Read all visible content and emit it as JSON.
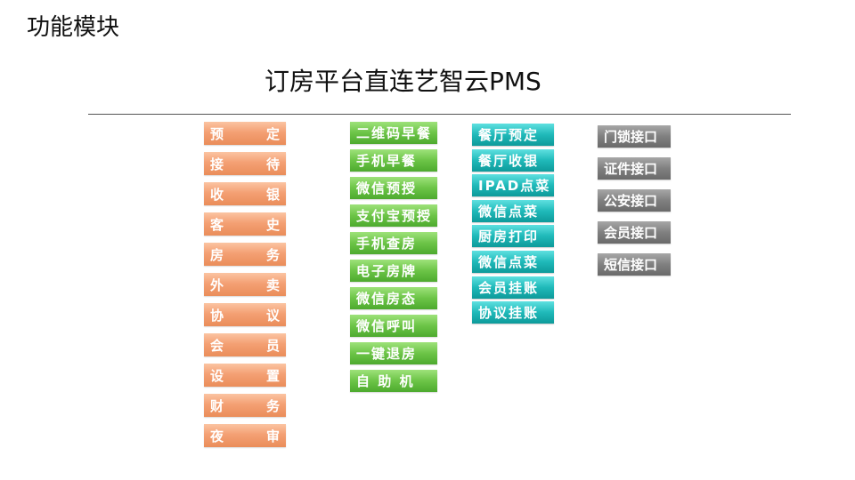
{
  "page": {
    "title": "功能模块",
    "subtitle": "订房平台直连艺智云PMS"
  },
  "colors": {
    "orange": "#f4a074",
    "green": "#6cc447",
    "teal": "#1fb9b9",
    "gray": "#808080"
  },
  "columns": {
    "orange": [
      [
        "预",
        "定"
      ],
      [
        "接",
        "待"
      ],
      [
        "收",
        "银"
      ],
      [
        "客",
        "史"
      ],
      [
        "房",
        "务"
      ],
      [
        "外",
        "卖"
      ],
      [
        "协",
        "议"
      ],
      [
        "会",
        "员"
      ],
      [
        "设",
        "置"
      ],
      [
        "财",
        "务"
      ],
      [
        "夜",
        "审"
      ]
    ],
    "green": [
      "二维码早餐",
      "手机早餐",
      "微信预授",
      "支付宝预授",
      "手机查房",
      "电子房牌",
      "微信房态",
      "微信呼叫",
      "一键退房",
      "自 助 机"
    ],
    "teal": [
      "餐厅预定",
      "餐厅收银",
      "IPAD点菜",
      "微信点菜",
      "厨房打印",
      "微信点菜",
      "会员挂账",
      "协议挂账"
    ],
    "gray": [
      "门锁接口",
      "证件接口",
      "公安接口",
      "会员接口",
      "短信接口"
    ]
  }
}
